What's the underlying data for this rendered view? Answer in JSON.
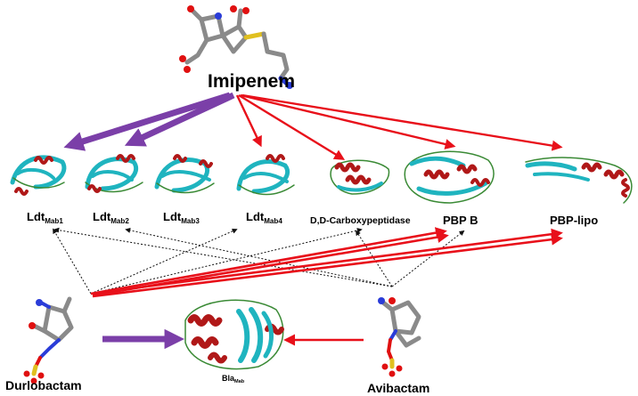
{
  "drugs": {
    "imipenem": "Imipenem",
    "durlobactam": "Durlobactam",
    "avibactam": "Avibactam"
  },
  "targets": [
    {
      "id": "ldt1",
      "base": "Ldt",
      "sub": "Mab1"
    },
    {
      "id": "ldt2",
      "base": "Ldt",
      "sub": "Mab2"
    },
    {
      "id": "ldt3",
      "base": "Ldt",
      "sub": "Mab3"
    },
    {
      "id": "ldt4",
      "base": "Ldt",
      "sub": "Mab4"
    },
    {
      "id": "ddcp",
      "base": "D,D-Carboxypeptidase",
      "sub": ""
    },
    {
      "id": "pbpb",
      "base": "PBP B",
      "sub": ""
    },
    {
      "id": "pbplipo",
      "base": "PBP-lipo",
      "sub": ""
    }
  ],
  "blamab": {
    "base": "Bla",
    "sub": "Mab"
  },
  "colors": {
    "purple_arrow": "#7b3fa8",
    "red_arrow": "#e8101a",
    "dotted_arrow": "#222222",
    "helix": "#b01818",
    "sheet": "#1fb4bf",
    "coil": "#3a8a35",
    "carbon": "#8a8a8a",
    "oxygen": "#e01010",
    "nitrogen": "#2a3cd8",
    "sulfur": "#e0c020"
  }
}
